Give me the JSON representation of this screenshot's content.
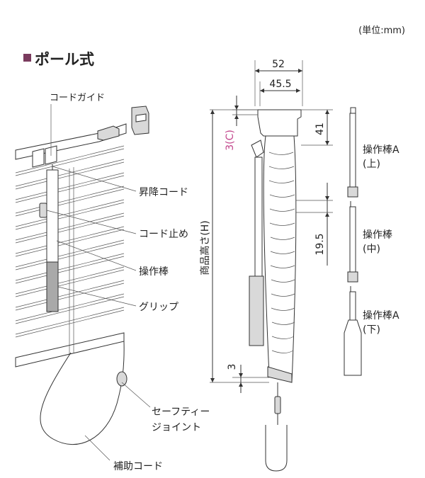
{
  "unit_label": "(単位:mm)",
  "section": {
    "marker_color": "#7a3b5e",
    "title": "ポール式"
  },
  "callouts": {
    "cord_guide": "コードガイド",
    "lift_cord": "昇降コード",
    "cord_stopper": "コード止め",
    "wand": "操作棒",
    "grip": "グリップ",
    "safety_joint_line1": "セーフティー",
    "safety_joint_line2": "ジョイント",
    "aux_cord": "補助コード"
  },
  "dimensions": {
    "width_outer": "52",
    "width_inner": "45.5",
    "top_height": "41",
    "clearance_c": "3(C)",
    "product_height": "商品高さ(H)",
    "segment": "19.5",
    "bottom_gap": "3"
  },
  "wand_parts": {
    "upper_name": "操作棒A",
    "upper_pos": "(上)",
    "middle_name": "操作棒",
    "middle_pos": "(中)",
    "lower_name": "操作棒A",
    "lower_pos": "(下)"
  },
  "colors": {
    "accent_pink": "#c2458b",
    "line": "#333333"
  }
}
